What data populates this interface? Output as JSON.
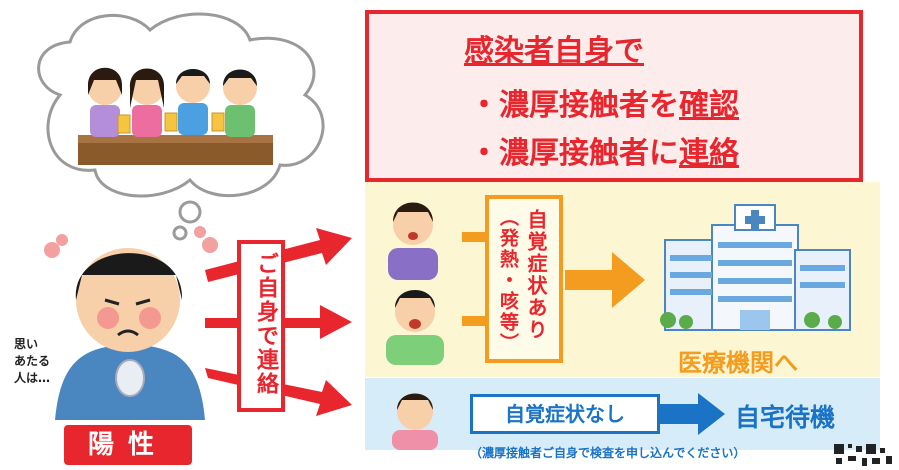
{
  "header": {
    "line1": "感染者自身で",
    "line2_pre": "・濃厚接触者を",
    "line2_emph": "確認",
    "line3_pre": "・濃厚接触者に",
    "line3_emph": "連絡"
  },
  "contact_label": "ご自身で連絡",
  "symptom_box": {
    "main": "自覚症状あり",
    "sub": "（発熱・咳等）"
  },
  "medical_label": "医療機関へ",
  "no_symptom_label": "自覚症状なし",
  "home_label": "自宅待機",
  "note": "（濃厚接触者ご自身で検査を申し込んでください）",
  "positive_label": "陽性",
  "think_text": [
    "思い",
    "あたる",
    "人は…"
  ],
  "colors": {
    "red": "#e8262e",
    "orange": "#f39c1f",
    "blue": "#1a73c5",
    "yellow_panel": "#fdf6d2",
    "blue_panel": "#d6ecf8"
  }
}
